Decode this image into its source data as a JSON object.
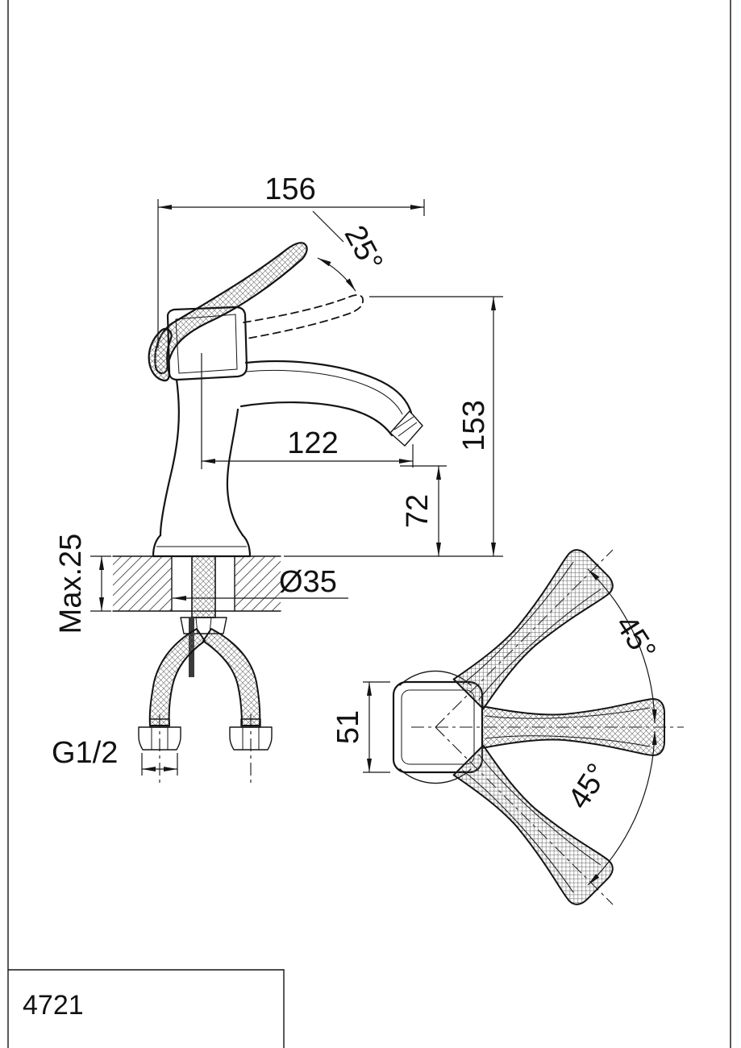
{
  "title_block": {
    "part_number": "4721"
  },
  "side_view": {
    "dim_handle_span": "156",
    "dim_handle_angle": "25°",
    "dim_total_height": "153",
    "dim_spout_reach": "122",
    "dim_spout_height": "72",
    "dim_max_deck": "Max.25",
    "dim_hole_diameter": "Ø35",
    "dim_thread": "G1/2"
  },
  "top_view": {
    "dim_body_width": "51",
    "dim_swing_up": "45°",
    "dim_swing_down": "45°"
  }
}
